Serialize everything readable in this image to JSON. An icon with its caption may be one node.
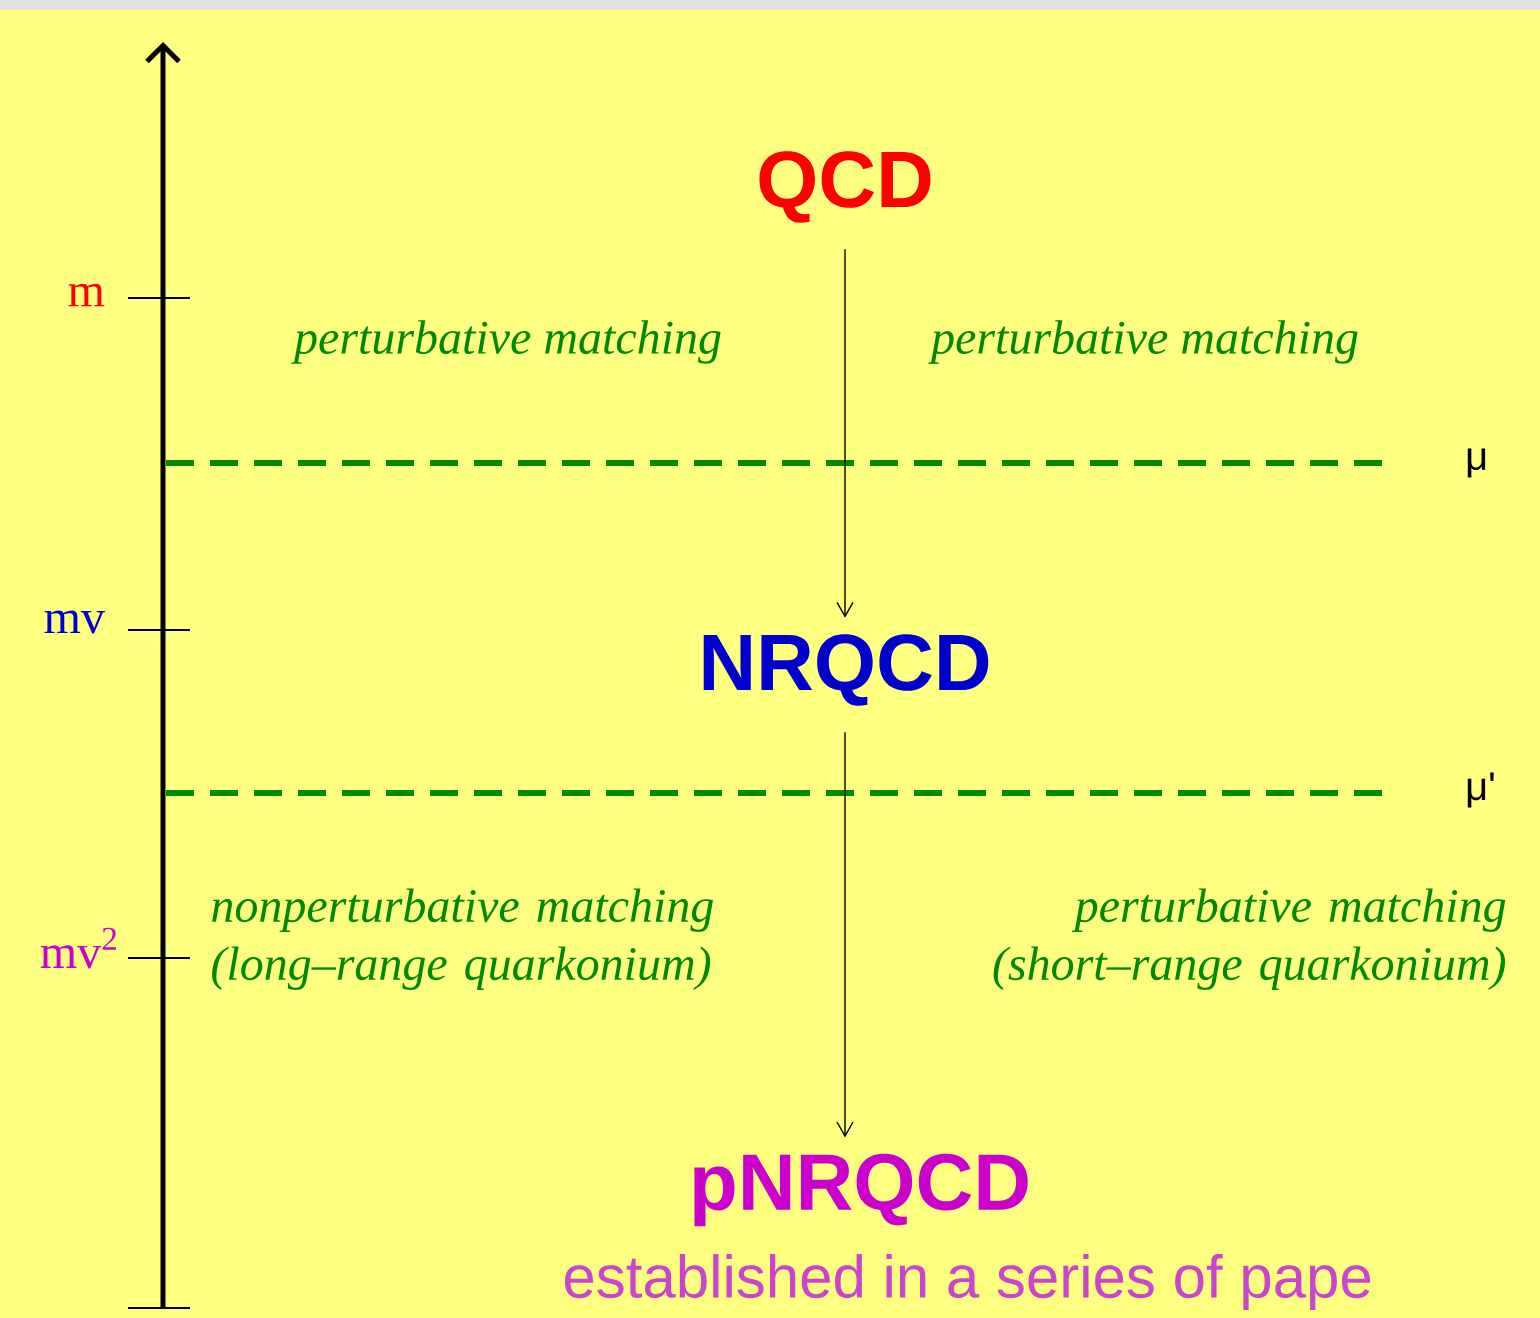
{
  "diagram": {
    "nodes": [
      {
        "text": [
          "QCD"
        ]
      },
      {
        "text": [
          "NRQCD"
        ]
      },
      {
        "text": [
          "pNRQCD"
        ]
      }
    ],
    "edges": [
      {
        "from": 0,
        "to": 1,
        "arrow": "to"
      },
      {
        "from": 1,
        "to": 2,
        "arrow": "to"
      }
    ],
    "labels": [
      "m",
      "perturbative matching",
      "perturbative matching",
      "μ",
      "mv",
      "μ'",
      "mv$^{2}$",
      "nonperturbative matching (long–range quarkonium)",
      "perturbative matching (short–range quarkonium)",
      "established in a series of pape"
    ]
  }
}
